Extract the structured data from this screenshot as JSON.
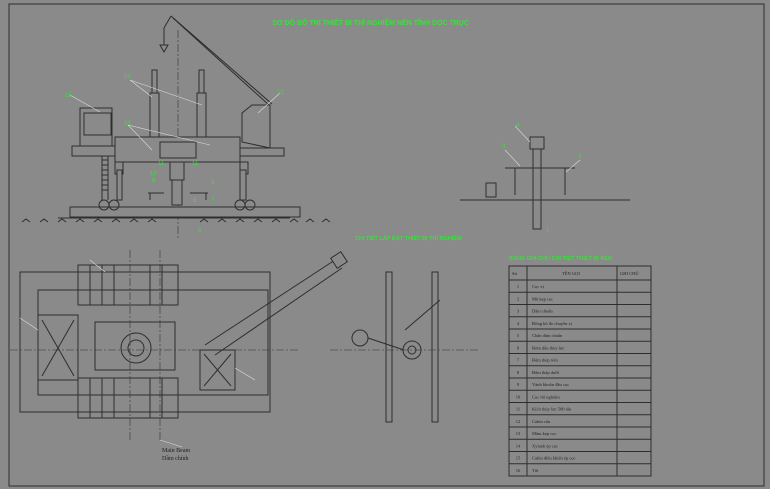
{
  "title": "SƠ ĐỒ BỐ TRÍ THIẾT BỊ THÍ NGHIỆM NÉN TĨNH DỌC TRỤC",
  "detail_title": "CHI TIẾT LẮP ĐẶT THIẾT BỊ THÍ NGHIỆM",
  "beam_label": {
    "en": "Main Beam",
    "vi": "Dầm chính"
  },
  "callouts": {
    "c15": "15",
    "c14": "14",
    "c12": "12",
    "c13": "13",
    "c11a": "11",
    "c11b": "11",
    "c10": "10",
    "c8": "8",
    "c9": "9",
    "c7": "7",
    "c6": "6",
    "c5": "5",
    "c4": "4",
    "c3": "3",
    "c2": "2",
    "c1": "1",
    "c16": "16"
  },
  "table": {
    "title": "BẢNG GHI CHÚ CHI TIẾT THIẾT BỊ NÉN",
    "headers": [
      "Stt",
      "TÊN GỌI",
      "GHI CHÚ"
    ],
    "rows": [
      {
        "no": "1",
        "name": "Cọc vị"
      },
      {
        "no": "2",
        "name": "Mũ kẹp cọc"
      },
      {
        "no": "3",
        "name": "Dầm chuẩn"
      },
      {
        "no": "4",
        "name": "Đồng hồ đo chuyển vị"
      },
      {
        "no": "5",
        "name": "Chân dầm chuẩn"
      },
      {
        "no": "6",
        "name": "Bơm dầu thủy lực"
      },
      {
        "no": "7",
        "name": "Đệm thép trên"
      },
      {
        "no": "8",
        "name": "Đệm thép dưới"
      },
      {
        "no": "9",
        "name": "Vành khuôn đầu cọc"
      },
      {
        "no": "10",
        "name": "Cọc thí nghiệm"
      },
      {
        "no": "11",
        "name": "Kích thủy lực 500 tấn"
      },
      {
        "no": "12",
        "name": "Cabin cẩu"
      },
      {
        "no": "13",
        "name": "Mâm kẹp cọc"
      },
      {
        "no": "14",
        "name": "Xylanh ép cọc"
      },
      {
        "no": "15",
        "name": "Cabin điều khiển ép cọc"
      },
      {
        "no": "16",
        "name": "Tời"
      }
    ]
  }
}
